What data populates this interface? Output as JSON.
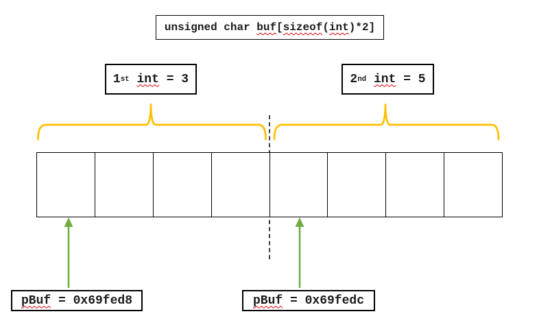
{
  "colors": {
    "brace": "#FFC000",
    "arrow": "#70AD47",
    "squiggle": "#d40000",
    "dashed": "#3f3f3f",
    "border": "#000000"
  },
  "declaration": {
    "part_pre": "unsigned char ",
    "word_buf": "buf",
    "part_bracket": "[",
    "word_sizeof": "sizeof",
    "part_paren": "(",
    "word_int": "int",
    "part_post": ")*2]"
  },
  "label_first": {
    "ordinal": "1",
    "suffix": "st",
    "gap": " ",
    "word": "int",
    "rest": " = 3"
  },
  "label_second": {
    "ordinal": "2",
    "suffix": "nd",
    "gap": " ",
    "word": "int",
    "rest": " = 5"
  },
  "memory": {
    "cell_count": 8
  },
  "pbuf_first": {
    "word": "pBuf",
    "rest": " = 0x69fed8"
  },
  "pbuf_second": {
    "word": "pBuf",
    "rest": " = 0x69fedc"
  }
}
